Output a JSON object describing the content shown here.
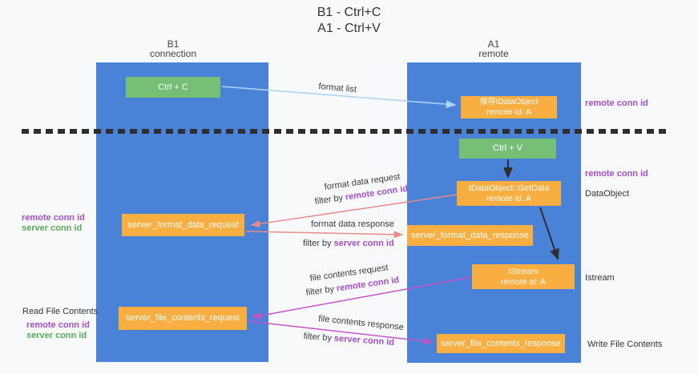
{
  "title": {
    "line1": "B1 - Ctrl+C",
    "line2": "A1 - Ctrl+V"
  },
  "lanes": {
    "left": {
      "name": "B1",
      "role": "connection"
    },
    "right": {
      "name": "A1",
      "role": "remote"
    }
  },
  "nodes": {
    "ctrl_c": {
      "label": "Ctrl + C"
    },
    "ctrl_v": {
      "label": "Ctrl + V"
    },
    "save_dataobject": {
      "line1": "保存IDataObject",
      "line2": "remote id: A"
    },
    "getdata": {
      "line1": "IDataObject::GetData",
      "line2": "remote id: A"
    },
    "istream": {
      "line1": "IStream",
      "line2": "remote id: A"
    },
    "server_format_data_request": {
      "label": "server_format_data_request"
    },
    "server_format_data_response": {
      "label": "server_format_data_response"
    },
    "server_file_contents_request": {
      "label": "server_file_contents_request"
    },
    "server_file_contents_response": {
      "label": "server_file_contents_response"
    }
  },
  "arrow_labels": {
    "format_list": "format list",
    "format_data_request": "format data request",
    "format_data_response": "format data response",
    "file_contents_request": "file contents request",
    "file_contents_response": "file contents response",
    "filter_by": "filter by",
    "remote_conn_id": "remote conn id",
    "server_conn_id": "server conn id"
  },
  "side_labels": {
    "remote_conn_id": "remote conn id",
    "server_conn_id": "server conn id",
    "dataobject": "DataObject",
    "istream": "Istream",
    "read_file_contents": "Read File Contents",
    "write_file_contents": "Write File Contents"
  },
  "colors": {
    "background": "#f8f9fa",
    "lane_blue": "#4a82d8",
    "box_orange": "#f9ae42",
    "box_green": "#76bf76",
    "arrow_salmon": "#e78b8b",
    "arrow_magenta": "#c653c6",
    "arrow_lightblue": "#aed5f2",
    "arrow_black": "#2e2e2e",
    "text_purple": "#a44fc8",
    "text_green": "#57ab57"
  }
}
